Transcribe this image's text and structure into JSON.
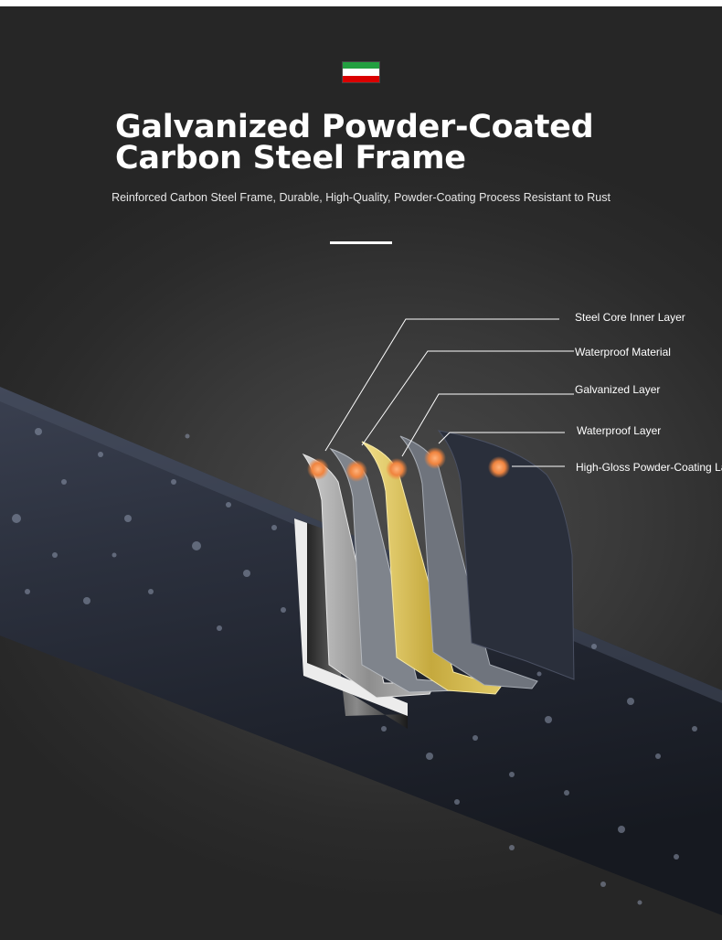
{
  "flag": {
    "colors": [
      "#239f40",
      "#ffffff",
      "#da0000"
    ]
  },
  "title": {
    "line1": "Galvanized Powder-Coated",
    "line2": "Carbon Steel Frame"
  },
  "subtitle": "Reinforced Carbon Steel Frame, Durable, High-Quality, Powder-Coating Process Resistant to Rust",
  "layers": [
    {
      "label": "Steel Core Inner Layer"
    },
    {
      "label": "Waterproof Material"
    },
    {
      "label": "Galvanized Layer"
    },
    {
      "label": "Waterproof Layer"
    },
    {
      "label": "High-Gloss Powder-Coating La"
    }
  ],
  "colors": {
    "background": "#2e2e2e",
    "tube": "#2c3140",
    "steel": "#9a9a9a",
    "galvanized": "#c9b24a",
    "marker": "#f28a4a"
  }
}
